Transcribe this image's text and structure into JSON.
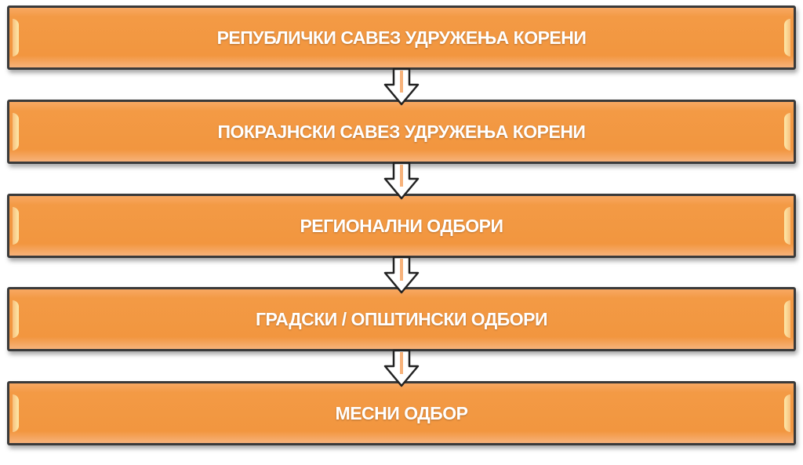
{
  "diagram": {
    "levels": [
      {
        "label": "РЕПУБЛИЧКИ САВЕЗ УДРУЖЕЊА КОРЕНИ"
      },
      {
        "label": "ПОКРАЈНСКИ САВЕЗ УДРУЖЕЊА КОРЕНИ"
      },
      {
        "label": "РЕГИОНАЛНИ ОДБОРИ"
      },
      {
        "label": "ГРАДСКИ / ОПШТИНСКИ ОДБОРИ"
      },
      {
        "label": "МЕСНИ ОДБОР"
      }
    ],
    "colors": {
      "box_fill": "#f2963f",
      "border": "#3a3a3a",
      "text": "#ffffff"
    }
  }
}
